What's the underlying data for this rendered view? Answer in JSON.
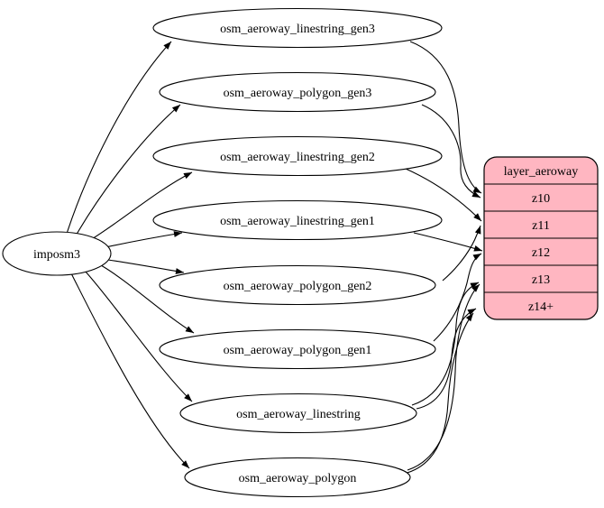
{
  "diagram": {
    "title": "aeroway layer ETL graph",
    "background": "#ffffff",
    "edge_color": "#000000",
    "source_node": {
      "label": "imposm3"
    },
    "tables": [
      {
        "label": "osm_aeroway_linestring_gen3"
      },
      {
        "label": "osm_aeroway_polygon_gen3"
      },
      {
        "label": "osm_aeroway_linestring_gen2"
      },
      {
        "label": "osm_aeroway_linestring_gen1"
      },
      {
        "label": "osm_aeroway_polygon_gen2"
      },
      {
        "label": "osm_aeroway_polygon_gen1"
      },
      {
        "label": "osm_aeroway_linestring"
      },
      {
        "label": "osm_aeroway_polygon"
      }
    ],
    "layer_node": {
      "title": "layer_aeroway",
      "rows": [
        "z10",
        "z11",
        "z12",
        "z13",
        "z14+"
      ],
      "fill": "#ffb6c1",
      "stroke": "#000000"
    },
    "edges": [
      {
        "from": "imposm3",
        "to": "osm_aeroway_linestring_gen3"
      },
      {
        "from": "imposm3",
        "to": "osm_aeroway_polygon_gen3"
      },
      {
        "from": "imposm3",
        "to": "osm_aeroway_linestring_gen2"
      },
      {
        "from": "imposm3",
        "to": "osm_aeroway_linestring_gen1"
      },
      {
        "from": "imposm3",
        "to": "osm_aeroway_polygon_gen2"
      },
      {
        "from": "imposm3",
        "to": "osm_aeroway_polygon_gen1"
      },
      {
        "from": "imposm3",
        "to": "osm_aeroway_linestring"
      },
      {
        "from": "imposm3",
        "to": "osm_aeroway_polygon"
      },
      {
        "from": "osm_aeroway_linestring_gen3",
        "to": "layer_aeroway:z10"
      },
      {
        "from": "osm_aeroway_polygon_gen3",
        "to": "layer_aeroway:z10"
      },
      {
        "from": "osm_aeroway_linestring_gen2",
        "to": "layer_aeroway:z11"
      },
      {
        "from": "osm_aeroway_polygon_gen2",
        "to": "layer_aeroway:z11"
      },
      {
        "from": "osm_aeroway_linestring_gen1",
        "to": "layer_aeroway:z12"
      },
      {
        "from": "osm_aeroway_polygon_gen1",
        "to": "layer_aeroway:z12"
      },
      {
        "from": "osm_aeroway_linestring",
        "to": "layer_aeroway:z13"
      },
      {
        "from": "osm_aeroway_linestring",
        "to": "layer_aeroway:z14+"
      },
      {
        "from": "osm_aeroway_polygon",
        "to": "layer_aeroway:z13"
      },
      {
        "from": "osm_aeroway_polygon",
        "to": "layer_aeroway:z14+"
      }
    ]
  }
}
